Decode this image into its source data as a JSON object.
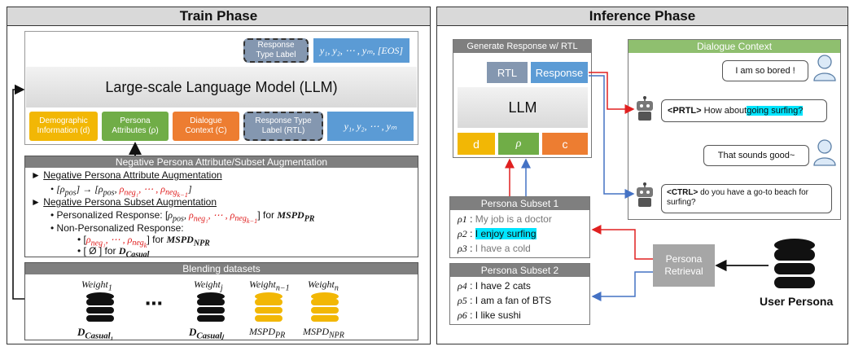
{
  "train": {
    "title": "Train Phase",
    "response_type_label": "Response\nType Label",
    "output_seq_top": "y₁, y₂, ⋯ , yₘ, [EOS]",
    "llm_label": "Large-scale Language Model (LLM)",
    "inputs": [
      {
        "label": "Demographic\nInformation (d)",
        "color": "#f2b705"
      },
      {
        "label": "Persona\nAttributes (ρ)",
        "color": "#70ad47"
      },
      {
        "label": "Dialogue\nContext (C)",
        "color": "#ed7d31"
      },
      {
        "label": "Response Type\nLabel (RTL)",
        "color": "#8497b0"
      },
      {
        "label": "y₁, y₂, ⋯ , yₘ",
        "color": "#5b9bd5"
      }
    ],
    "augmentation": {
      "title": "Negative Persona Attribute/Subset Augmentation",
      "attr_heading": "Negative Persona Attribute Augmentation",
      "attr_bullet_pre": "[ρ",
      "attr_bullet_pos": "pos",
      "attr_bullet_mid": "] → [ρ",
      "attr_bullet_end": "]",
      "attr_negs": ", ρneg₁, ⋯ , ρnegk−1",
      "subset_heading": "Negative Persona Subset Augmentation",
      "personalized_label": "Personalized Response: [ρpos,",
      "personalized_negs": "ρneg₁, ⋯ , ρnegk−1",
      "personalized_for": "] for",
      "mspd_pr": "MSPD",
      "mspd_pr_sub": "PR",
      "nonpers_label": "Non-Personalized Response:",
      "np_negs": "ρneg₁, ⋯ , ρnegk",
      "np_for": "] for",
      "mspd_npr": "MSPD",
      "mspd_npr_sub": "NPR",
      "empty_set": "[ Ø ] for",
      "casual": "D",
      "casual_sub": "Casual"
    },
    "blending": {
      "title": "Blending datasets",
      "ellipsis": "⋯",
      "datasets": [
        {
          "weight": "Weight₁",
          "name": "D",
          "sub": "Casual₁",
          "color": "#111111"
        },
        {
          "weight": "Weightⱼ",
          "name": "D",
          "sub": "Casualⱼ",
          "color": "#111111"
        },
        {
          "weight": "Weightₙ₋₁",
          "name": "MSPD",
          "sub": "PR",
          "color": "#f2b705"
        },
        {
          "weight": "Weightₙ",
          "name": "MSPD",
          "sub": "NPR",
          "color": "#f2b705"
        }
      ]
    }
  },
  "inference": {
    "title": "Inference Phase",
    "generate_title": "Generate Response w/ RTL",
    "rtl": "RTL",
    "response": "Response",
    "llm": "LLM",
    "inputs": [
      "d",
      "ρ",
      "c"
    ],
    "dialogue_title": "Dialogue Context",
    "messages": [
      {
        "tag": "",
        "text": "I am so bored !",
        "hl": ""
      },
      {
        "tag": "<PRTL>",
        "text": "How about ",
        "hl": "going surfing?"
      },
      {
        "tag": "",
        "text": "That sounds good~",
        "hl": ""
      },
      {
        "tag": "<CTRL>",
        "text": "do you have a go-to beach for surfing?",
        "hl": ""
      }
    ],
    "subset1": {
      "title": "Persona Subset 1",
      "items": [
        {
          "id": "ρ1",
          "text": "My job is a doctor",
          "state": "gray"
        },
        {
          "id": "ρ2",
          "text": "I enjoy surfing",
          "state": "hl"
        },
        {
          "id": "ρ3",
          "text": "I have a cold",
          "state": "gray"
        }
      ]
    },
    "subset2": {
      "title": "Persona Subset 2",
      "items": [
        {
          "id": "ρ4",
          "text": "I have 2 cats"
        },
        {
          "id": "ρ5",
          "text": "I am a fan of BTS"
        },
        {
          "id": "ρ6",
          "text": "I like sushi"
        }
      ]
    },
    "retrieval": "Persona\nRetrieval",
    "user_persona": "User Persona"
  }
}
